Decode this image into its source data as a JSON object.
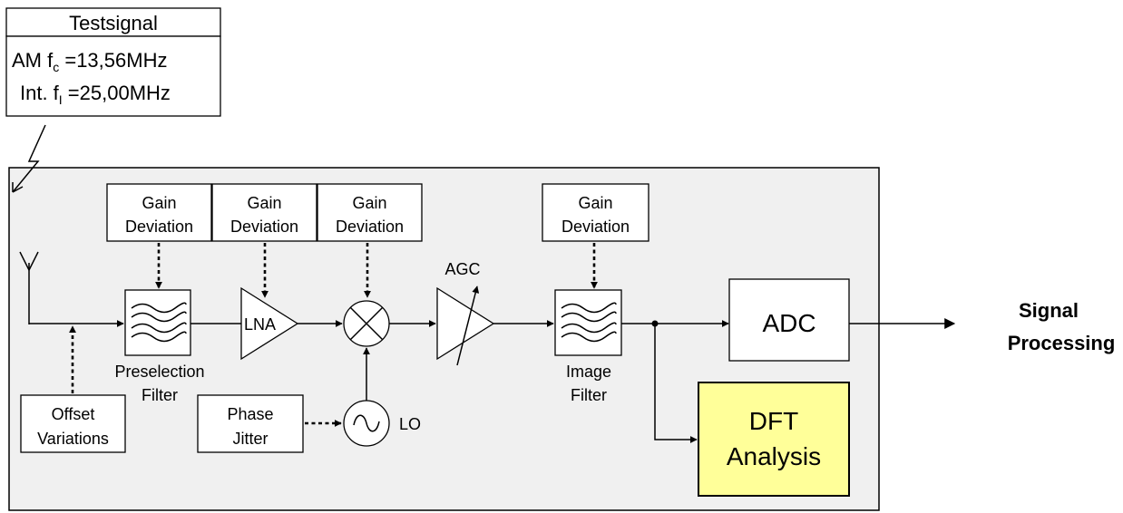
{
  "testsignal": {
    "title": "Testsignal",
    "line1_prefix": "AM f",
    "line1_sub": "c",
    "line1_suffix": " =13,56MHz",
    "line2_prefix": "Int. f",
    "line2_sub": "I",
    "line2_suffix": " =25,00MHz"
  },
  "gain_boxes": [
    {
      "line1": "Gain",
      "line2": "Deviation"
    },
    {
      "line1": "Gain",
      "line2": "Deviation"
    },
    {
      "line1": "Gain",
      "line2": "Deviation"
    },
    {
      "line1": "Gain",
      "line2": "Deviation"
    }
  ],
  "labels": {
    "lna": "LNA",
    "agc": "AGC",
    "preselection_1": "Preselection",
    "preselection_2": "Filter",
    "image_1": "Image",
    "image_2": "Filter",
    "lo": "LO",
    "adc": "ADC",
    "dft_1": "DFT",
    "dft_2": "Analysis",
    "offset_1": "Offset",
    "offset_2": "Variations",
    "phase_1": "Phase",
    "phase_2": "Jitter",
    "output_1": "Signal",
    "output_2": "Processing"
  },
  "colors": {
    "panel": "#f0f0f0",
    "dft_fill": "#ffff99",
    "line": "#000000"
  }
}
